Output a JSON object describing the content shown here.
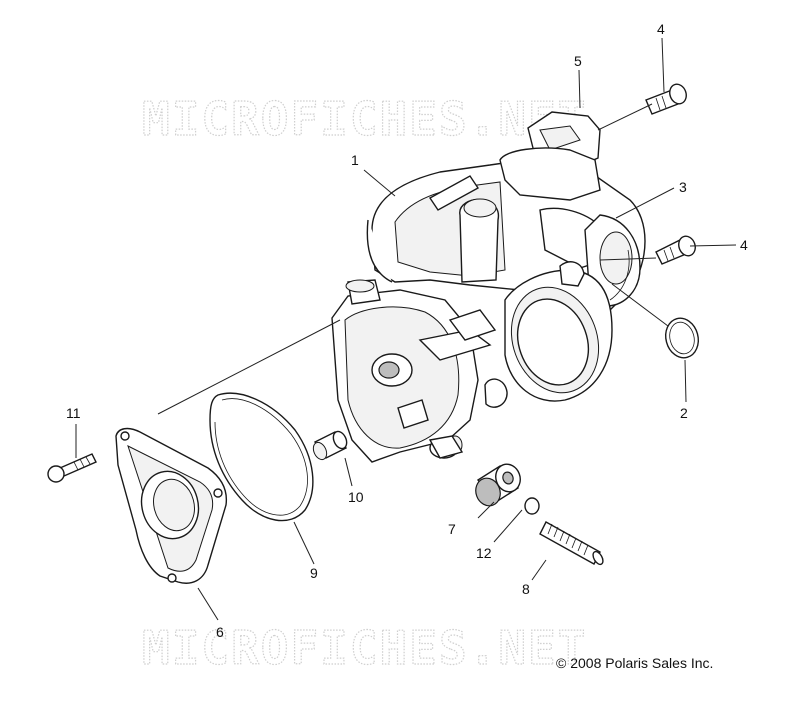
{
  "watermark": {
    "top": "MICROFICHES.NET",
    "bottom": "MICROFICHES.NET"
  },
  "copyright": "© 2008 Polaris Sales Inc.",
  "callouts": [
    "1",
    "2",
    "3",
    "4",
    "4",
    "5",
    "6",
    "7",
    "8",
    "9",
    "10",
    "11",
    "12"
  ]
}
